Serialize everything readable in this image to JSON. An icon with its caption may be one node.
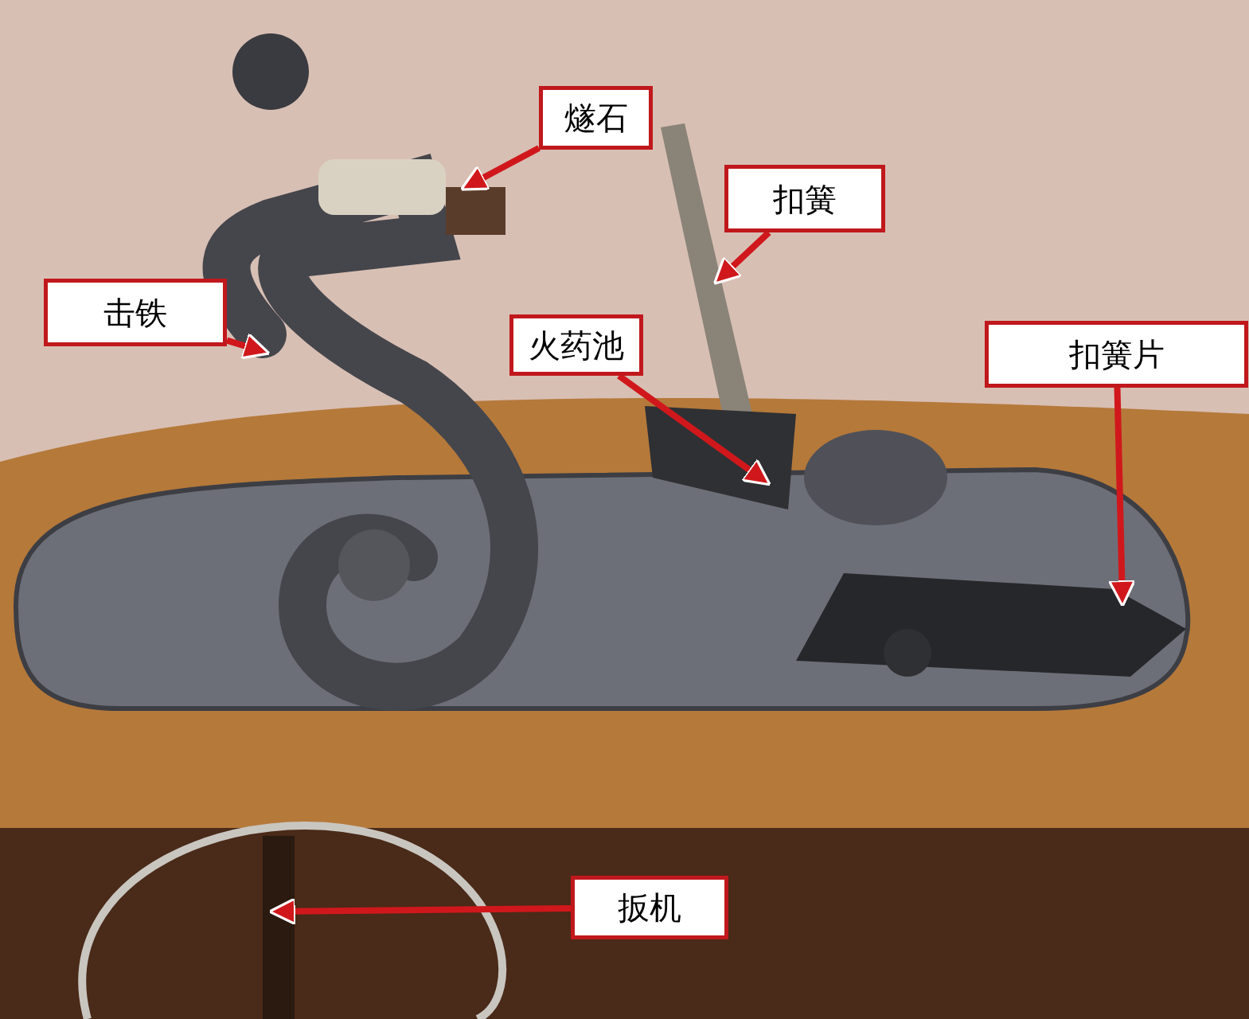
{
  "diagram": {
    "nodes": [
      {
        "text": [
          "燧石"
        ]
      },
      {
        "text": [
          "扣簧"
        ]
      },
      {
        "text": [
          "击铁"
        ]
      },
      {
        "text": [
          "火药池"
        ]
      },
      {
        "text": [
          "扣簧片"
        ]
      },
      {
        "text": [
          "扳机"
        ]
      }
    ],
    "edges": [
      {
        "from": 0,
        "to": null,
        "arrow": "to"
      },
      {
        "from": 1,
        "to": null,
        "arrow": "to"
      },
      {
        "from": 2,
        "to": null,
        "arrow": "to"
      },
      {
        "from": 3,
        "to": null,
        "arrow": "to"
      },
      {
        "from": 4,
        "to": null,
        "arrow": "to"
      },
      {
        "from": 5,
        "to": null,
        "arrow": "to"
      }
    ]
  }
}
